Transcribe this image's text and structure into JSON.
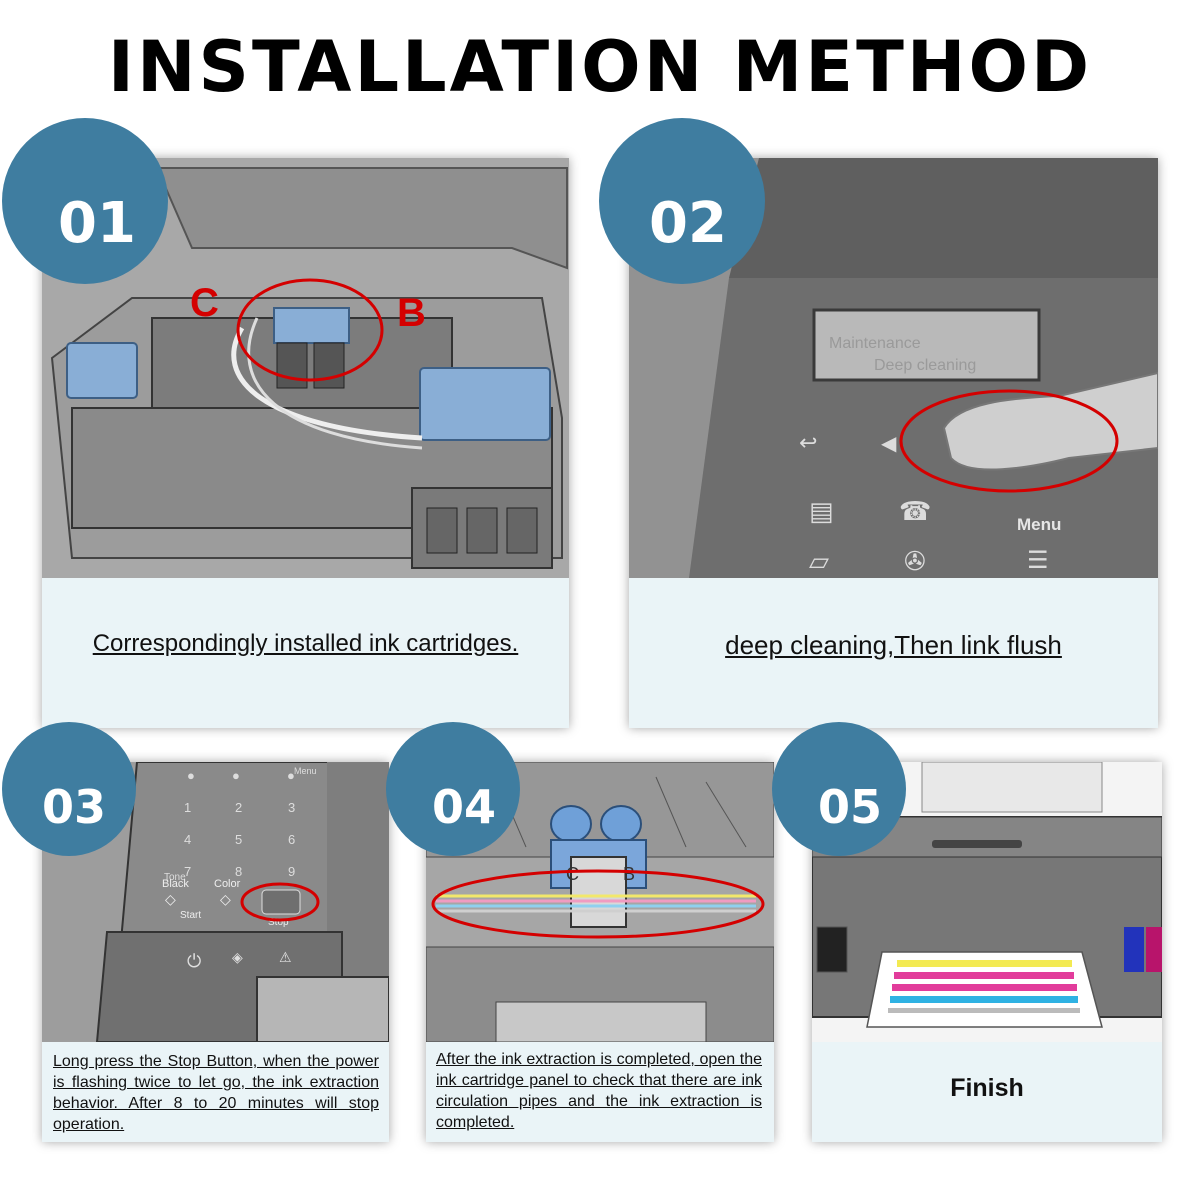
{
  "title": "INSTALLATION METHOD",
  "steps": [
    {
      "number": "01",
      "caption": "Correspondingly installed ink cartridges.",
      "labels": {
        "c": "C",
        "b": "B"
      }
    },
    {
      "number": "02",
      "caption": "deep cleaning,Then link flush",
      "screen_line1": "Maintenance",
      "screen_line2": "Deep cleaning",
      "menu_label": "Menu"
    },
    {
      "number": "03",
      "caption": "Long press the Stop Button, when the power is flashing twice to let go, the ink extraction behavior. After 8 to 20 minutes will stop operation.",
      "keys": {
        "black": "Black",
        "color": "Color",
        "start": "Start",
        "stop": "Stop",
        "tone": "Tone",
        "menu": "Menu"
      }
    },
    {
      "number": "04",
      "caption": "After the ink extraction is completed, open the ink cartridge panel to check that there are ink circulation pipes and the ink extraction is completed.",
      "labels": {
        "c": "C",
        "b": "B"
      }
    },
    {
      "number": "05",
      "caption": "Finish"
    }
  ],
  "colors": {
    "badge": "#3f7da0",
    "caption_bg": "#eaf4f7",
    "highlight": "#d40000"
  }
}
